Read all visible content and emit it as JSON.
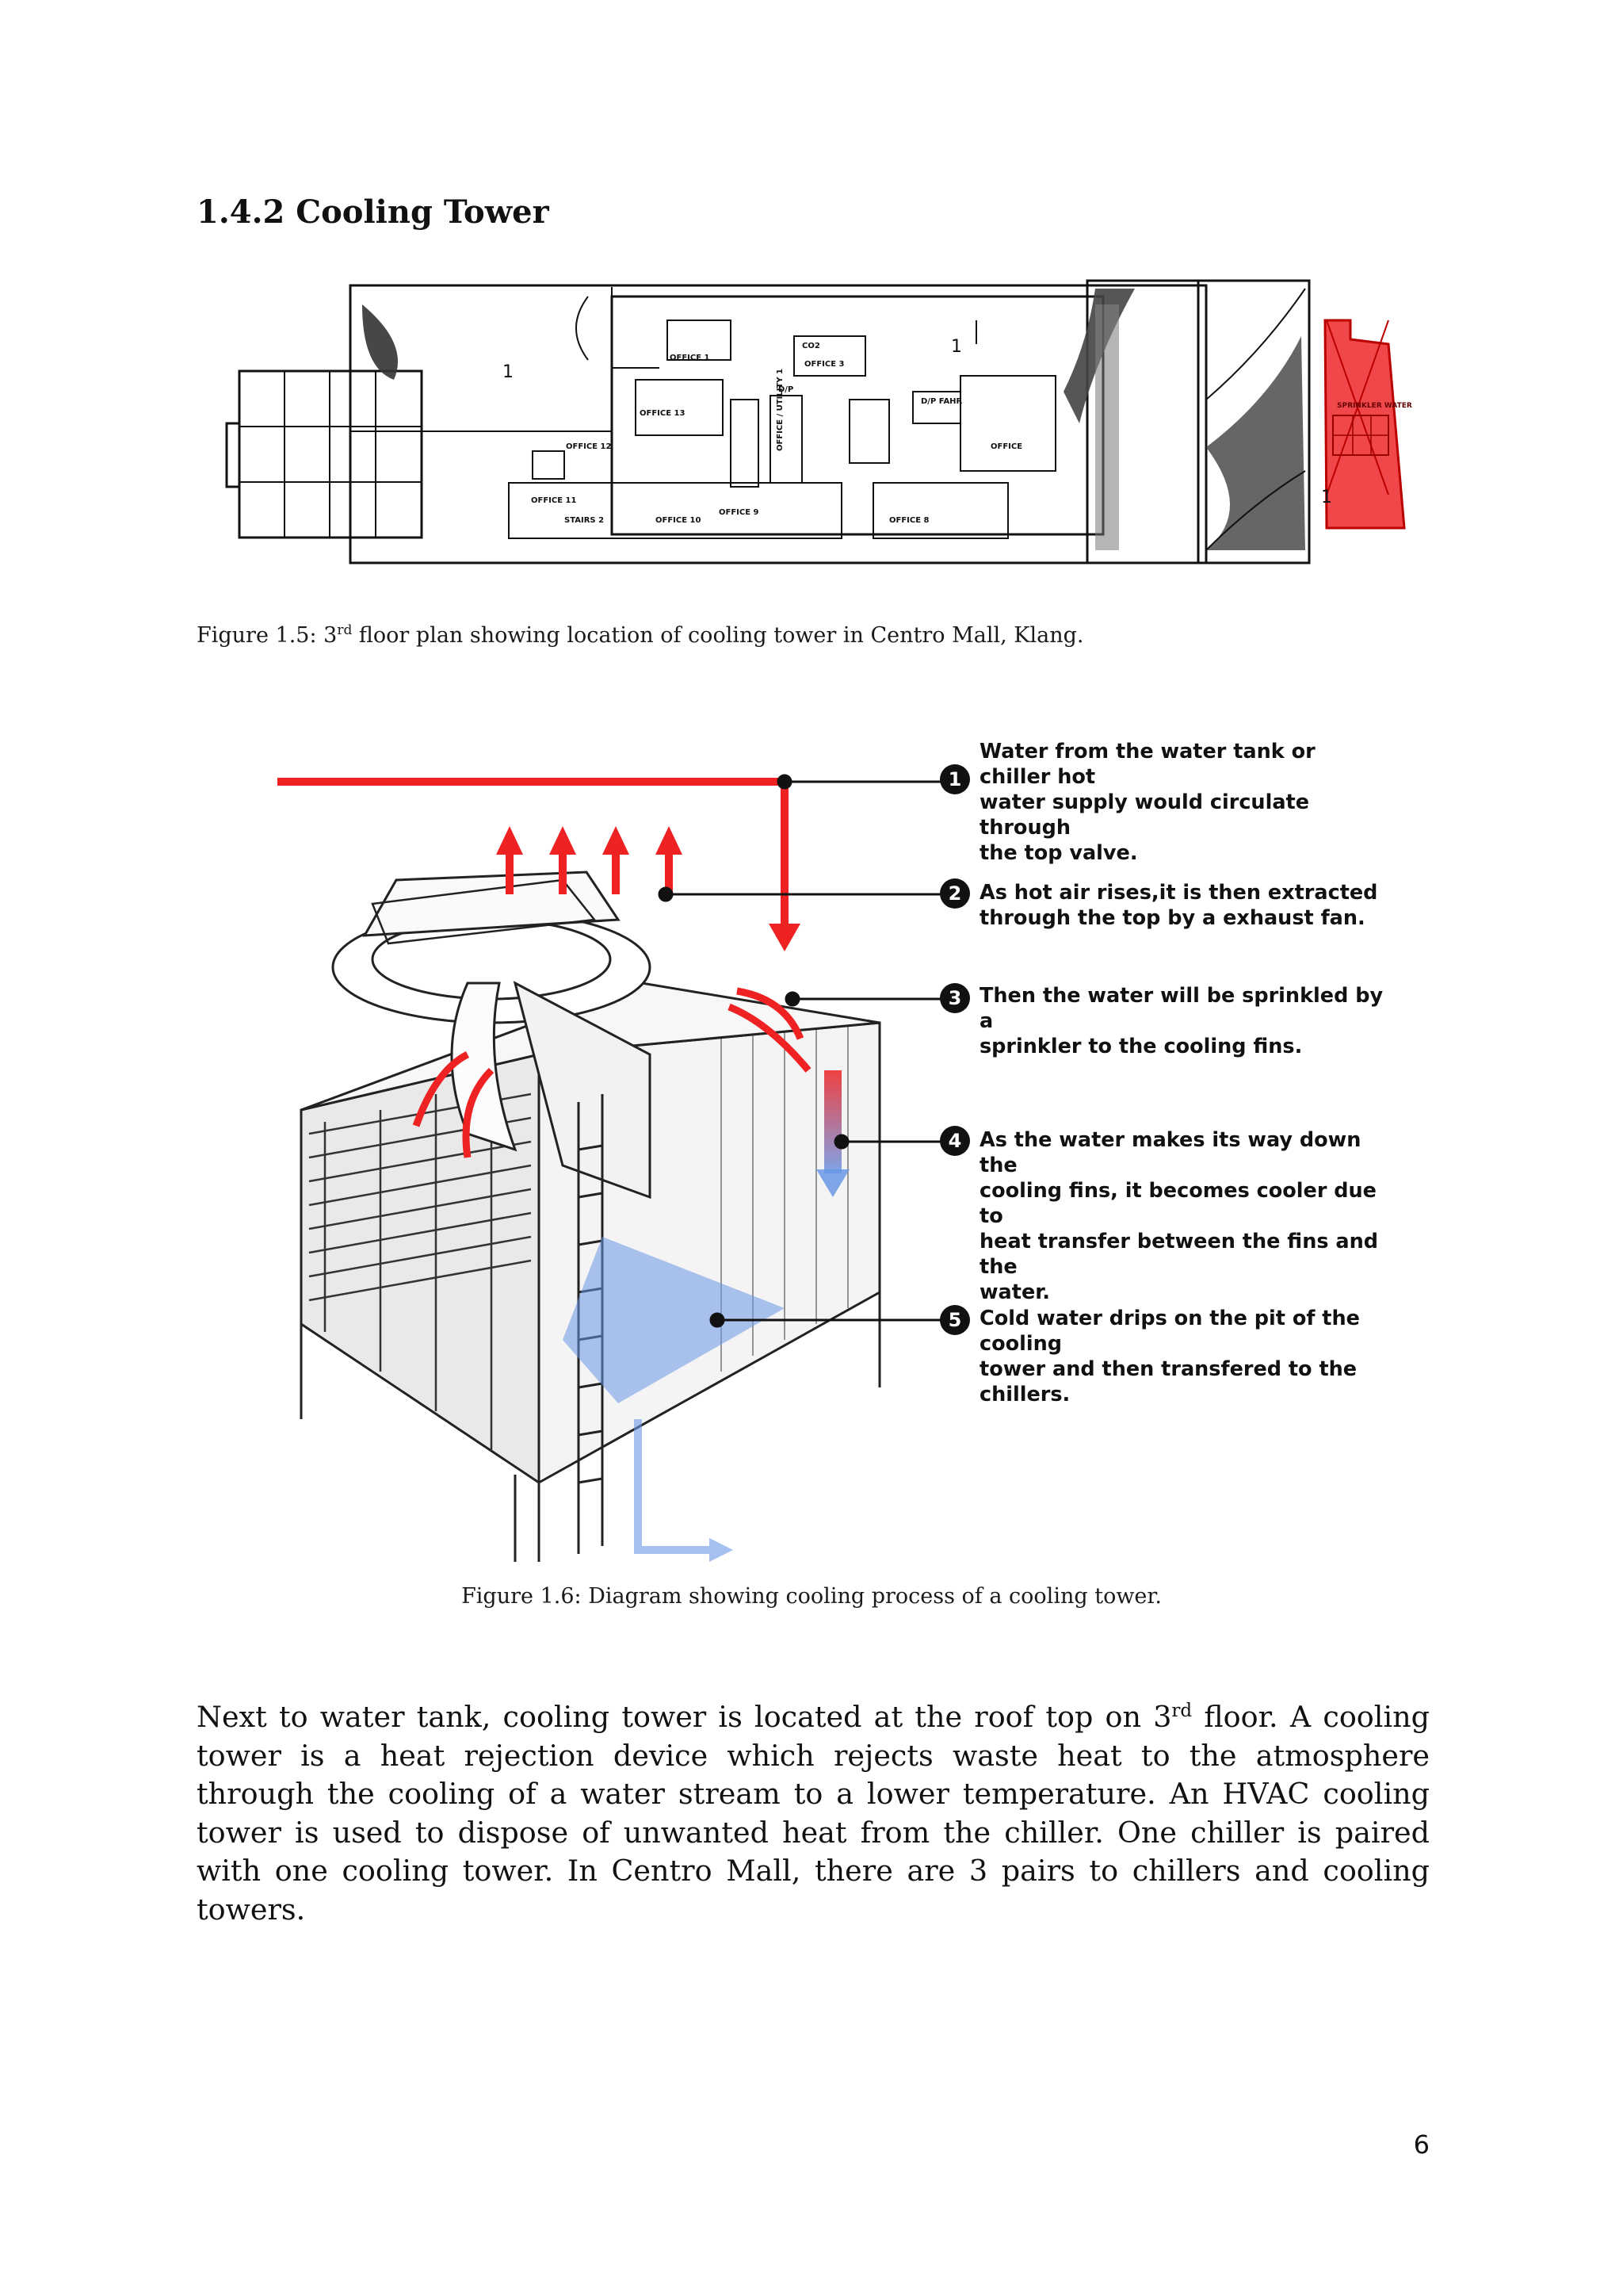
{
  "heading": "1.4.2 Cooling Tower",
  "figure_1_5": {
    "caption_prefix": "Figure 1.5: 3",
    "caption_sup": "rd",
    "caption_suffix": " floor plan showing location of cooling tower in Centro Mall, Klang.",
    "labels": {
      "office1": "OFFICE 1",
      "office3": "OFFICE 3",
      "office13": "OFFICE 13",
      "co2": "CO2",
      "dp": "D/P",
      "office_utility": "OFFICE / UTILITY 1",
      "dp_fahr": "D/P FAHR",
      "office12": "OFFICE 12",
      "office11": "OFFICE 11",
      "stairs2": "STAIRS 2",
      "office10": "OFFICE 10",
      "office9": "OFFICE 9",
      "office8": "OFFICE 8",
      "office_right": "OFFICE",
      "one": "1",
      "sprinkler_tank": "SPRINKLER WATER TANK"
    },
    "colors": {
      "highlight": "#f0484a"
    }
  },
  "figure_1_6": {
    "caption": "Figure 1.6: Diagram showing cooling process of a cooling tower.",
    "steps": [
      {
        "number": "1",
        "line1": "Water from the water tank or chiller hot",
        "line2": "water supply would circulate through",
        "line3": "the top valve.",
        "line4": ""
      },
      {
        "number": "2",
        "line1": "As hot air rises,it is then extracted",
        "line2": "through the top by a exhaust fan.",
        "line3": "",
        "line4": ""
      },
      {
        "number": "3",
        "line1": "Then the water will be sprinkled by a",
        "line2": "sprinkler to the cooling fins.",
        "line3": "",
        "line4": ""
      },
      {
        "number": "4",
        "line1": "As the water makes its way down the",
        "line2": "cooling fins, it becomes cooler due to",
        "line3": "heat transfer between the fins and the",
        "line4": "water."
      },
      {
        "number": "5",
        "line1": "Cold water drips on the pit of the cooling",
        "line2": "tower and then transfered to the",
        "line3": "chillers.",
        "line4": ""
      }
    ],
    "colors": {
      "hot": "#ee2222",
      "cold": "#6a96e6"
    }
  },
  "body": {
    "part1": "Next to water tank, cooling tower is located at the roof top on 3",
    "sup": "rd",
    "part2": " floor. A cooling tower is a heat rejection device which rejects waste heat to the atmosphere through the cooling of a water stream to a lower temperature. An HVAC cooling tower is used to dispose of unwanted heat from the chiller. One chiller is paired with one cooling tower. In Centro Mall, there are 3 pairs to chillers and cooling towers."
  },
  "page_number": "6"
}
